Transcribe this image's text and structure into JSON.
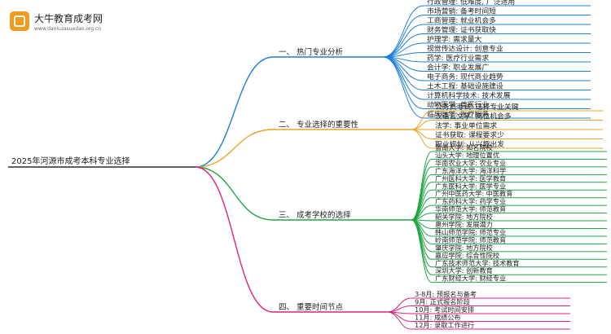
{
  "logo": {
    "title": "大牛教育成考网",
    "url": "www.daniuzasuedao.org.cn"
  },
  "colors": {
    "line": "#000000",
    "branches": [
      "#1e7fdc",
      "#e8a424",
      "#21a544",
      "#e2217d"
    ]
  },
  "root": {
    "label": "2025年河源市成考本科专业选择"
  },
  "branches": [
    {
      "label": "一、 热门专业分析",
      "children": [
        "行政管理: 低难度, 广泛适用",
        "市场营销: 备考时间短",
        "工商管理: 就业机会多",
        "财务管理: 证书获取快",
        "护理学: 需求量大",
        "视觉传达设计: 创意专业",
        "药学: 医疗行业需求",
        "会计学: 职业发展广",
        "电子商务: 现代商业趋势",
        "土木工程: 基础设施建设",
        "计算机科学技术: 技术发展",
        "动物医学: 兽医行业",
        "临床医学: 医疗服务"
      ]
    },
    {
      "label": "二、 专业选择的重要性",
      "children": [
        "公务员考试: 选择专业关键",
        "汉语言文学: 岗位机会多",
        "法学: 事业单位需求",
        "证书获取: 课程要求少",
        "职业规划: 从兴趣出发"
      ]
    },
    {
      "label": "三、 成考学校的选择",
      "children": [
        "暨南大学: 知名院校",
        "汕头大学: 地理位置优",
        "华南农业大学: 农业专业",
        "广东海洋大学: 海洋科学",
        "广州医科大学: 医学教育",
        "广东医科大学: 医学专业",
        "广州中医药大学: 中医教育",
        "广东药科大学: 药学专业",
        "华南师范大学: 师范教育",
        "韶关学院: 地方院校",
        "惠州学院: 发展潜力",
        "韩山师范学院: 师范专业",
        "岭南师范学院: 师范教育",
        "肇庆学院: 地方院校",
        "嘉应学院: 综合性院校",
        "广东技术师范大学: 技术教育",
        "深圳大学: 创新教育",
        "广东财经大学: 财经专业"
      ]
    },
    {
      "label": "四、 重要时间节点",
      "children": [
        "3-8月: 预报名与备考",
        "9月: 正式报名阶段",
        "10月: 考试时间安排",
        "11月: 成绩公布",
        "12月: 录取工作进行"
      ]
    }
  ]
}
